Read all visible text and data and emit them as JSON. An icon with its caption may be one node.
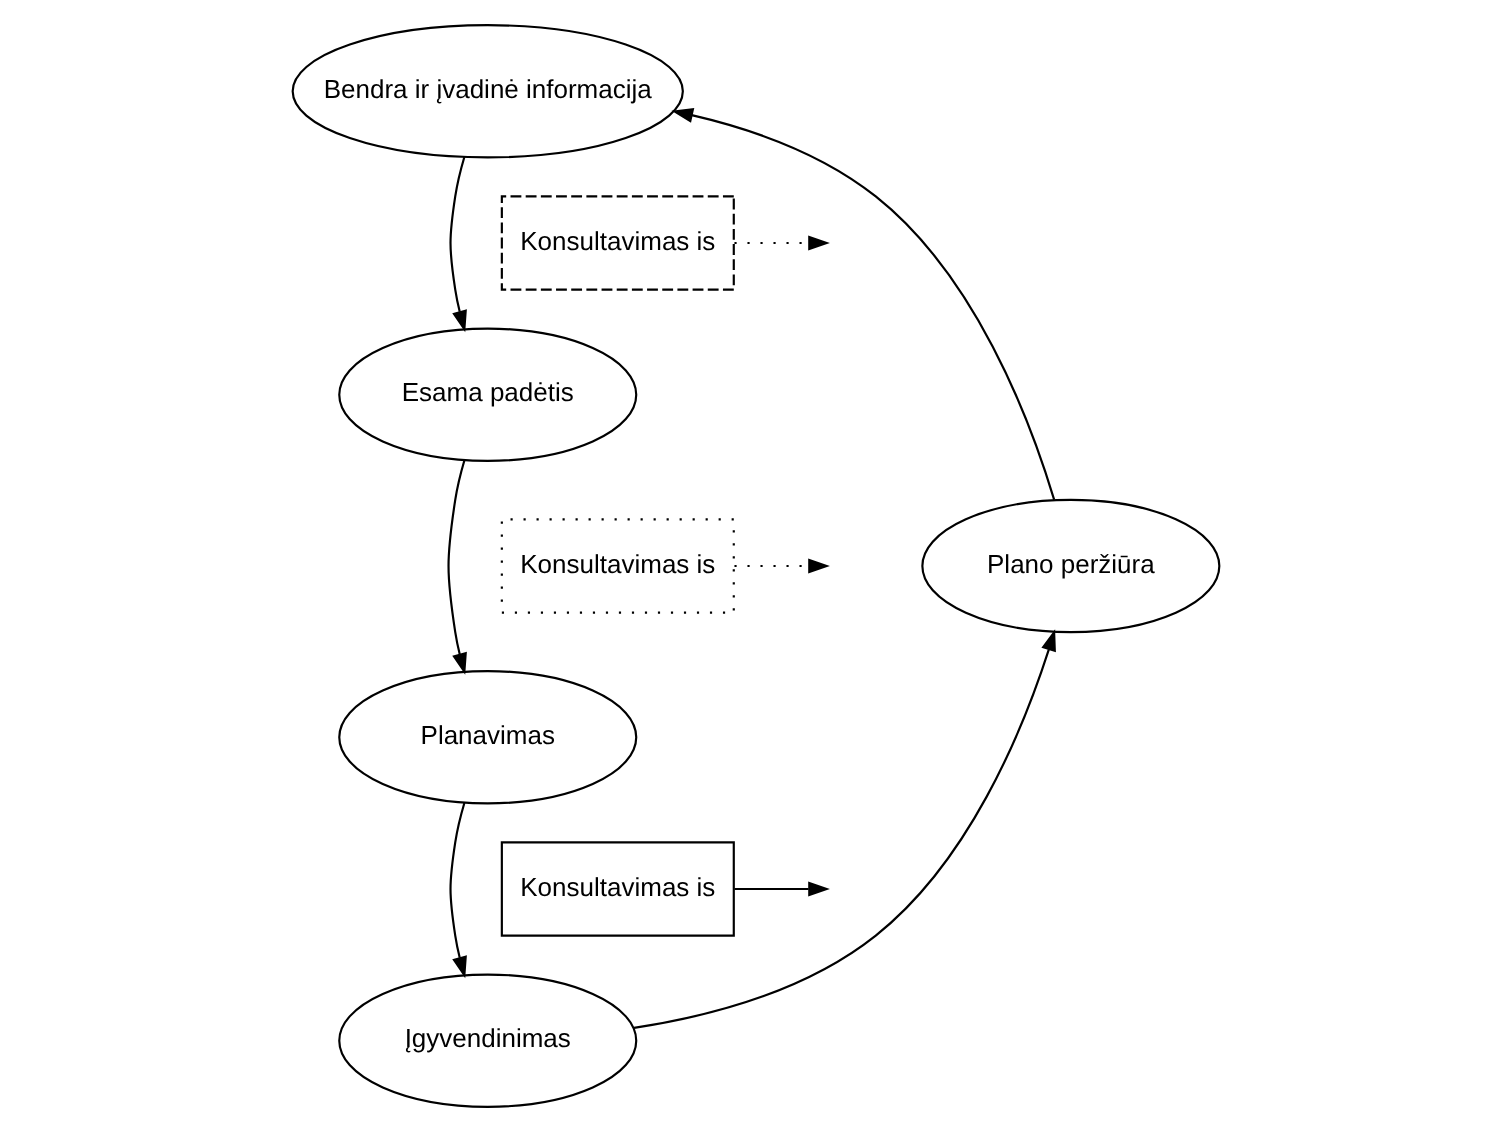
{
  "diagram": {
    "nodes": [
      {
        "text": [
          "Bendra ir įvadinė informacija"
        ]
      },
      {
        "text": [
          "Esama padėtis"
        ]
      },
      {
        "text": [
          "Planavimas"
        ]
      },
      {
        "text": [
          "Įgyvendinimas"
        ]
      },
      {
        "text": [
          "Plano peržiūra"
        ]
      },
      {
        "text": [
          "Konsultavimas is"
        ]
      },
      {
        "text": [
          "Konsultavimas is"
        ]
      },
      {
        "text": [
          "Konsultavimas is"
        ]
      }
    ],
    "edges": [
      {
        "from": 0,
        "to": 1,
        "arrow": "to"
      },
      {
        "from": 1,
        "to": 2,
        "arrow": "to"
      },
      {
        "from": 2,
        "to": 3,
        "arrow": "to"
      },
      {
        "from": 3,
        "to": 4,
        "arrow": "to"
      },
      {
        "from": 4,
        "to": 0,
        "arrow": "to"
      },
      {
        "from": 5,
        "to": null,
        "arrow": "to",
        "style": "dashed"
      },
      {
        "from": 6,
        "to": null,
        "arrow": "to",
        "style": "dashed"
      },
      {
        "from": 7,
        "to": null,
        "arrow": "to"
      }
    ]
  }
}
